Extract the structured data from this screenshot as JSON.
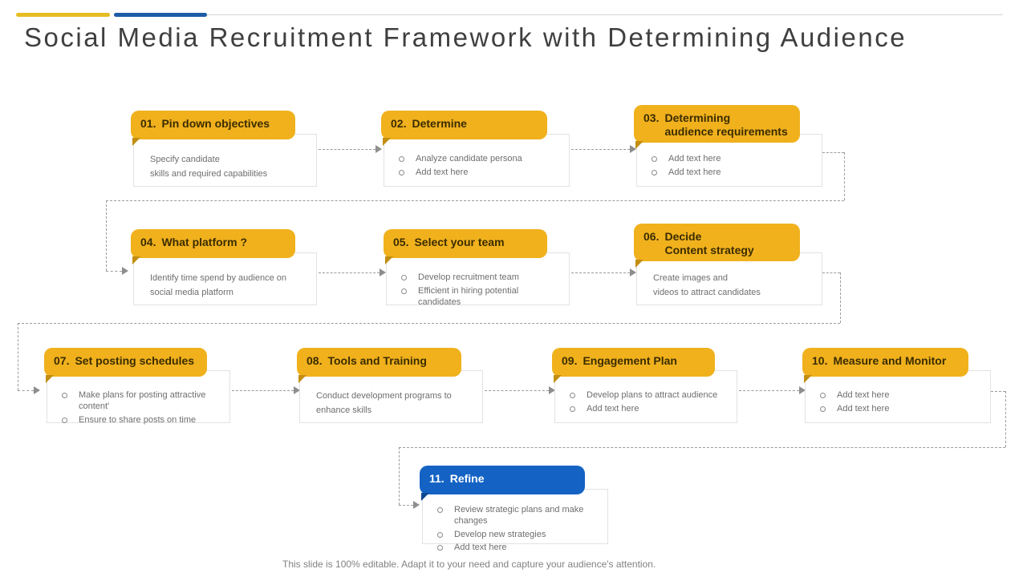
{
  "title": "Social Media Recruitment Framework with Determining Audience",
  "footer": "This slide is 100% editable. Adapt it to your need and capture your audience's attention.",
  "colors": {
    "accent_yellow": "#F0B11D",
    "accent_yellow_dark": "#C28E12",
    "accent_blue": "#1463C4",
    "accent_blue_dark": "#0D4A8F",
    "bar_yellow": "#E6BD22",
    "bar_blue": "#1D5CA6"
  },
  "steps": [
    {
      "number": "01.",
      "title": "Pin down objectives",
      "body": "Specify candidate\nskills and required capabilities"
    },
    {
      "number": "02.",
      "title": "Determine",
      "bullets": [
        "Analyze candidate persona",
        "Add text here"
      ]
    },
    {
      "number": "03.",
      "title": "Determining\naudience requirements",
      "bullets": [
        "Add text here",
        "Add text here"
      ]
    },
    {
      "number": "04.",
      "title": "What platform ?",
      "body": "Identify time spend by audience on\nsocial media platform"
    },
    {
      "number": "05.",
      "title": "Select your team",
      "bullets": [
        "Develop recruitment team",
        "Efficient in hiring potential candidates"
      ]
    },
    {
      "number": "06.",
      "title": "Decide\nContent strategy",
      "body": "Create images and\nvideos to attract candidates"
    },
    {
      "number": "07.",
      "title": "Set posting schedules",
      "bullets": [
        "Make plans for posting attractive content'",
        "Ensure to share posts on time"
      ]
    },
    {
      "number": "08.",
      "title": "Tools and Training",
      "body": "Conduct development programs to\nenhance skills"
    },
    {
      "number": "09.",
      "title": "Engagement Plan",
      "bullets": [
        "Develop plans to attract audience",
        "Add text here"
      ]
    },
    {
      "number": "10.",
      "title": "Measure and Monitor",
      "bullets": [
        "Add text here",
        "Add text here"
      ]
    },
    {
      "number": "11.",
      "title": "Refine",
      "bullets": [
        "Review strategic plans and make changes",
        "Develop new strategies",
        "Add text here"
      ]
    }
  ]
}
